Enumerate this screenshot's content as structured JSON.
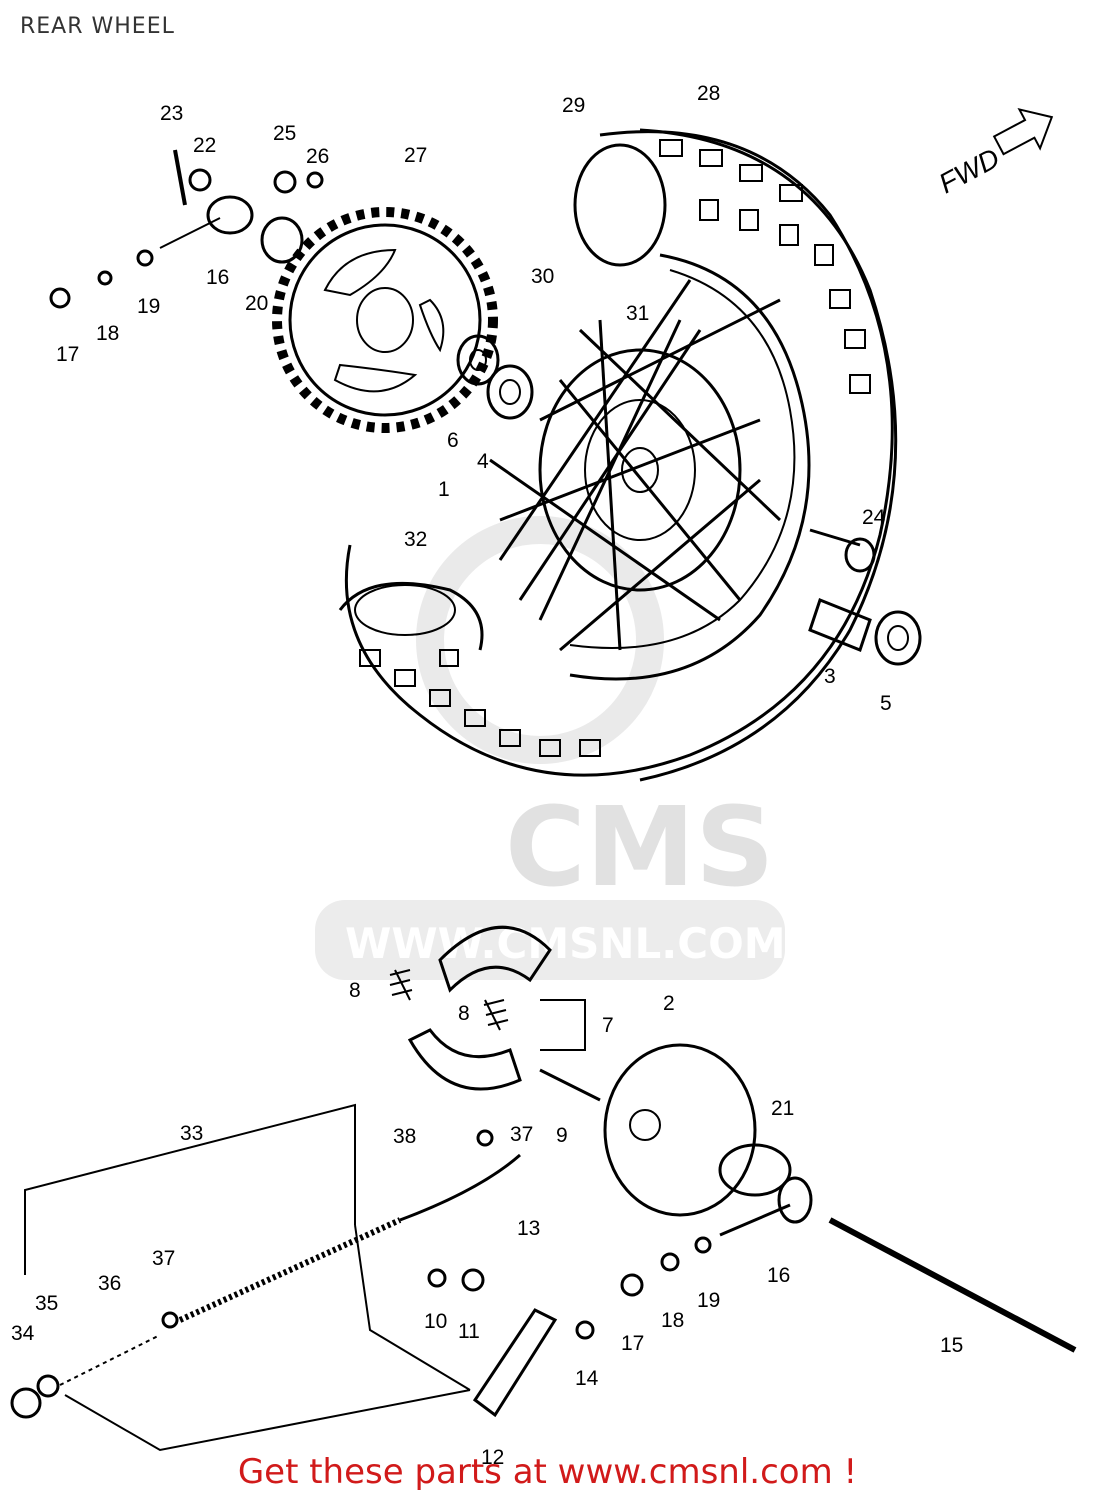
{
  "title": "REAR WHEEL",
  "footer": "Get these parts at www.cmsnl.com !",
  "watermark": {
    "brand": "CMS",
    "url": "WWW.CMSNL.COM"
  },
  "fwd_label": "FWD",
  "parts": [
    {
      "n": "1"
    },
    {
      "n": "2"
    },
    {
      "n": "3"
    },
    {
      "n": "4"
    },
    {
      "n": "5"
    },
    {
      "n": "6"
    },
    {
      "n": "7"
    },
    {
      "n": "8"
    },
    {
      "n": "8"
    },
    {
      "n": "9"
    },
    {
      "n": "10"
    },
    {
      "n": "11"
    },
    {
      "n": "12"
    },
    {
      "n": "13"
    },
    {
      "n": "14"
    },
    {
      "n": "15"
    },
    {
      "n": "16"
    },
    {
      "n": "16"
    },
    {
      "n": "17"
    },
    {
      "n": "17"
    },
    {
      "n": "18"
    },
    {
      "n": "18"
    },
    {
      "n": "19"
    },
    {
      "n": "19"
    },
    {
      "n": "20"
    },
    {
      "n": "21"
    },
    {
      "n": "22"
    },
    {
      "n": "23"
    },
    {
      "n": "24"
    },
    {
      "n": "25"
    },
    {
      "n": "26"
    },
    {
      "n": "27"
    },
    {
      "n": "28"
    },
    {
      "n": "29"
    },
    {
      "n": "30"
    },
    {
      "n": "31"
    },
    {
      "n": "32"
    },
    {
      "n": "33"
    },
    {
      "n": "34"
    },
    {
      "n": "35"
    },
    {
      "n": "36"
    },
    {
      "n": "37"
    },
    {
      "n": "37"
    },
    {
      "n": "38"
    }
  ]
}
